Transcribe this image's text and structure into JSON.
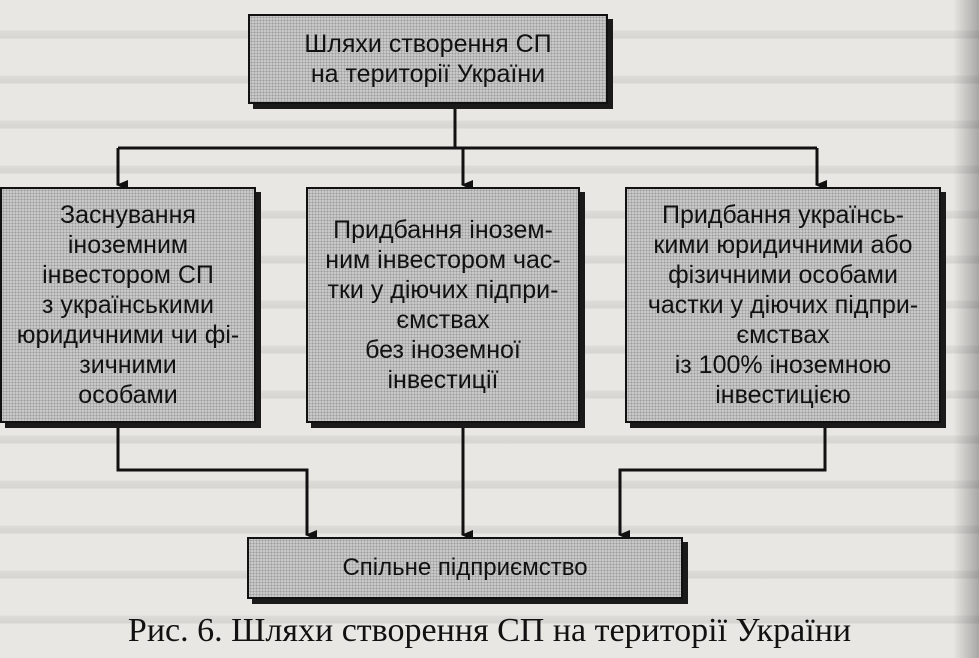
{
  "diagram": {
    "top_box": "Шляхи створення СП\nна території України",
    "branch_left": "Заснування\nіноземним\nінвестором СП\nз українськими\nюридичними чи фі-\nзичними\nособами",
    "branch_middle": "Придбання інозем-\nним інвестором час-\nтки у діючих підпри-\nємствах\nбез іноземної\nінвестиції",
    "branch_right": "Придбання українсь-\nкими юридичними або\nфізичними особами\nчастки у діючих підпри-\nємствах\nіз 100% іноземною\nінвестицією",
    "bottom_box": "Спільне підприємство"
  },
  "caption": "Рис. 6. Шляхи створення СП на території України"
}
